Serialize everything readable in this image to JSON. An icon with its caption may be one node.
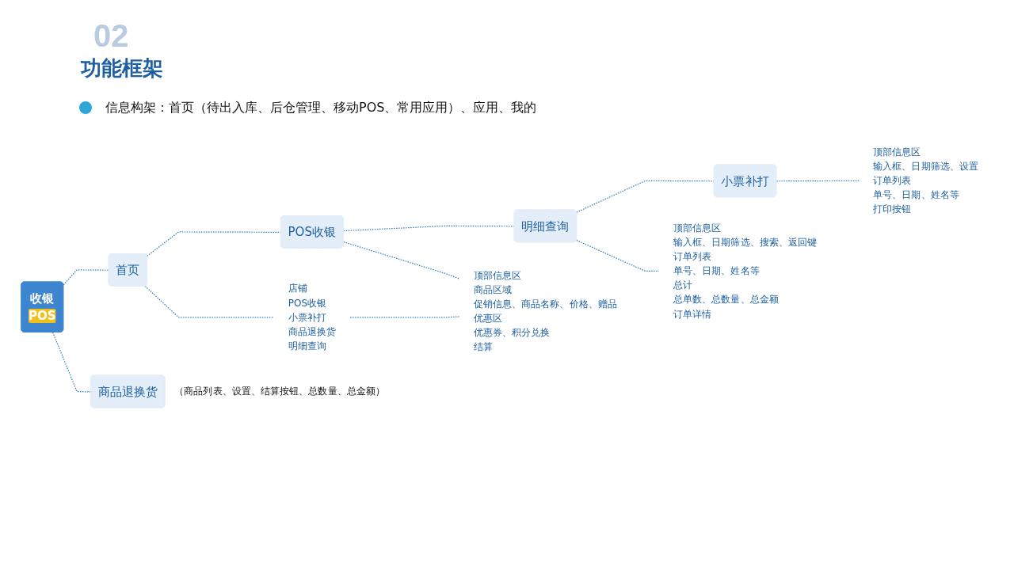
{
  "diagram": {
    "title": "功能框架",
    "nodes": [
      {
        "text": [
          "收银",
          "POS"
        ]
      },
      {
        "text": [
          "首页"
        ]
      },
      {
        "text": [
          "店铺",
          "POS收银",
          "小票补打",
          "商品退换货",
          "明细查询"
        ]
      },
      {
        "text": [
          "POS收银"
        ]
      },
      {
        "text": [
          "顶部信息区",
          "商品区域",
          "促销信息、商品名称、价格、赠品",
          "优惠区",
          "优惠券、积分兑换",
          "结算"
        ]
      },
      {
        "text": [
          "明细查询"
        ]
      },
      {
        "text": [
          "顶部信息区",
          "输入框、日期筛选、搜索、返回键",
          "订单列表",
          "单号、日期、姓名等",
          "总计",
          "总单数、总数量、总金额",
          "订单详情"
        ]
      },
      {
        "text": [
          "小票补打"
        ]
      },
      {
        "text": [
          "顶部信息区",
          "输入框、日期筛选、设置",
          "订单列表",
          "单号、日期、姓名等",
          "打印按钮"
        ]
      },
      {
        "text": [
          "商品退换货"
        ],
        "beside": [
          "（商品列表、设置、结算按钮、总数量、总金额）"
        ]
      }
    ],
    "edges": [
      {
        "from": 0,
        "to": 1,
        "arrow": "none",
        "style": "dashed"
      },
      {
        "from": 1,
        "to": 3,
        "arrow": "none",
        "style": "dashed"
      },
      {
        "from": 3,
        "to": 5,
        "arrow": "none",
        "style": "dashed"
      },
      {
        "from": 5,
        "to": 7,
        "arrow": "none",
        "style": "dashed"
      },
      {
        "from": 0,
        "to": 9,
        "arrow": "none",
        "style": "dashed"
      },
      {
        "from": 1,
        "to": 2,
        "arrow": "none",
        "style": "dashed"
      },
      {
        "from": 3,
        "to": 4,
        "arrow": "none",
        "style": "dashed"
      },
      {
        "from": 5,
        "to": 6,
        "arrow": "none",
        "style": "dashed"
      },
      {
        "from": 7,
        "to": 8,
        "arrow": "none",
        "style": "dashed"
      },
      {
        "from": 2,
        "to": 4,
        "arrow": "none",
        "style": "dashed"
      }
    ],
    "labels": [
      "02",
      "信息构架：首页（待出入库、后仓管理、移动POS、常用应用）、应用、我的"
    ]
  }
}
